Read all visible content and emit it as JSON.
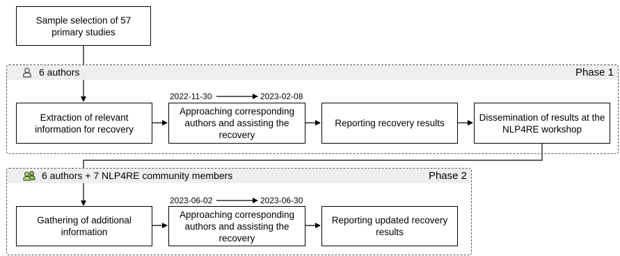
{
  "start": {
    "label": "Sample selection of 57 primary studies"
  },
  "phase1": {
    "authors": "6 authors",
    "label": "Phase 1",
    "icon": "single-person-icon",
    "timeline": {
      "start": "2022-11-30",
      "end": "2023-02-08"
    },
    "steps": [
      "Extraction of relevant information for recovery",
      "Approaching corresponding authors and assisting the recovery",
      "Reporting recovery results",
      "Dissemination of results at the NLP4RE workshop"
    ]
  },
  "phase2": {
    "authors": "6 authors + 7 NLP4RE community members",
    "label": "Phase 2",
    "icon": "group-people-icon",
    "icon_color": "#8dc63f",
    "timeline": {
      "start": "2023-06-02",
      "end": "2023-06-30"
    },
    "steps": [
      "Gathering of additional information",
      "Approaching corresponding authors and assisting the recovery",
      "Reporting updated recovery results"
    ]
  }
}
